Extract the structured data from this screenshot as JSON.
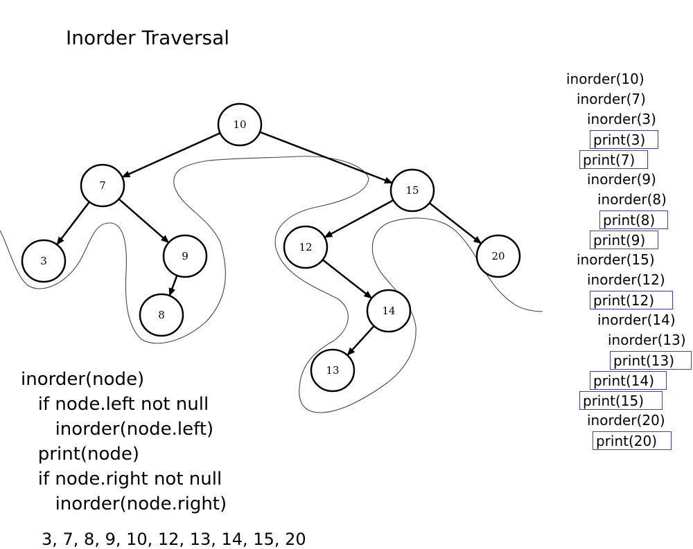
{
  "title": "Inorder Traversal",
  "tree": {
    "nodes": [
      {
        "id": "n10",
        "label": "10"
      },
      {
        "id": "n7",
        "label": "7"
      },
      {
        "id": "n15",
        "label": "15"
      },
      {
        "id": "n3",
        "label": "3"
      },
      {
        "id": "n9",
        "label": "9"
      },
      {
        "id": "n8",
        "label": "8"
      },
      {
        "id": "n12",
        "label": "12"
      },
      {
        "id": "n20",
        "label": "20"
      },
      {
        "id": "n14",
        "label": "14"
      },
      {
        "id": "n13",
        "label": "13"
      }
    ],
    "edges": [
      {
        "from": "n10",
        "to": "n7"
      },
      {
        "from": "n10",
        "to": "n15"
      },
      {
        "from": "n7",
        "to": "n3"
      },
      {
        "from": "n7",
        "to": "n9"
      },
      {
        "from": "n9",
        "to": "n8"
      },
      {
        "from": "n15",
        "to": "n12"
      },
      {
        "from": "n15",
        "to": "n20"
      },
      {
        "from": "n12",
        "to": "n14"
      },
      {
        "from": "n14",
        "to": "n13"
      }
    ]
  },
  "pseudocode": [
    "inorder(node)",
    "   if node.left not null",
    "      inorder(node.left)",
    "   print(node)",
    "   if node.right not null",
    "      inorder(node.right)"
  ],
  "result": "3, 7, 8, 9, 10, 12, 13, 14, 15, 20",
  "trace": [
    {
      "text": "inorder(10)",
      "depth": 0,
      "print": false
    },
    {
      "text": "inorder(7)",
      "depth": 1,
      "print": false
    },
    {
      "text": "inorder(3)",
      "depth": 2,
      "print": false
    },
    {
      "text": "print(3)",
      "depth": 2,
      "print": true
    },
    {
      "text": "print(7)",
      "depth": 1,
      "print": true
    },
    {
      "text": "inorder(9)",
      "depth": 2,
      "print": false
    },
    {
      "text": "inorder(8)",
      "depth": 3,
      "print": false
    },
    {
      "text": "print(8)",
      "depth": 3,
      "print": true
    },
    {
      "text": "print(9)",
      "depth": 2,
      "print": true
    },
    {
      "text": "inorder(15)",
      "depth": 1,
      "print": false
    },
    {
      "text": "inorder(12)",
      "depth": 2,
      "print": false
    },
    {
      "text": "print(12)",
      "depth": 2,
      "print": true
    },
    {
      "text": "inorder(14)",
      "depth": 3,
      "print": false
    },
    {
      "text": "inorder(13)",
      "depth": 4,
      "print": false
    },
    {
      "text": "print(13)",
      "depth": 4,
      "print": true
    },
    {
      "text": "print(14)",
      "depth": 2,
      "print": true
    },
    {
      "text": "print(15)",
      "depth": 1,
      "print": true
    },
    {
      "text": "inorder(20)",
      "depth": 2,
      "print": false
    },
    {
      "text": "print(20)",
      "depth": 2,
      "print": true
    }
  ]
}
